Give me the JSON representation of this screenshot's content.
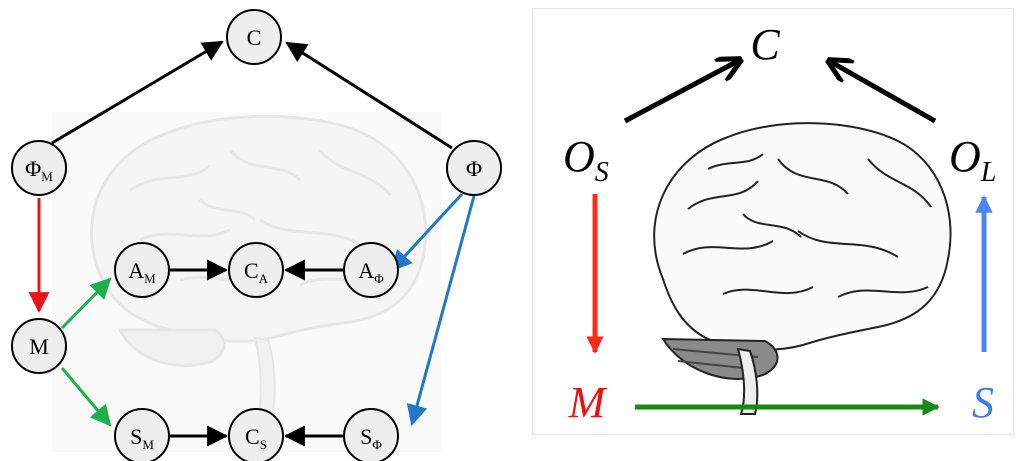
{
  "left_panel": {
    "nodes": {
      "C": {
        "main": "C",
        "sub": ""
      },
      "PhiM": {
        "main": "Φ",
        "sub": "M"
      },
      "Phi": {
        "main": "Φ",
        "sub": ""
      },
      "M": {
        "main": "M",
        "sub": ""
      },
      "AM": {
        "main": "A",
        "sub": "M"
      },
      "CA": {
        "main": "C",
        "sub": "A"
      },
      "APhi": {
        "main": "A",
        "sub": "Φ"
      },
      "SM": {
        "main": "S",
        "sub": "M"
      },
      "CS": {
        "main": "C",
        "sub": "S"
      },
      "SPhi": {
        "main": "S",
        "sub": "Φ"
      }
    },
    "edge_colors": {
      "black": "#000000",
      "red": "#e8141a",
      "green": "#1db04b",
      "blue": "#1f78c8"
    }
  },
  "right_panel": {
    "labels": {
      "C": {
        "main": "C",
        "sub": ""
      },
      "OS": {
        "main": "O",
        "sub": "S"
      },
      "OL": {
        "main": "O",
        "sub": "L"
      },
      "M": {
        "main": "M",
        "sub": ""
      },
      "S": {
        "main": "S",
        "sub": ""
      }
    },
    "colors": {
      "black": "#000000",
      "red": "#ff2a1a",
      "green": "#168a16",
      "blue": "#4a86ee",
      "M_text": "#ee1111",
      "S_text": "#3a7ee6"
    }
  }
}
